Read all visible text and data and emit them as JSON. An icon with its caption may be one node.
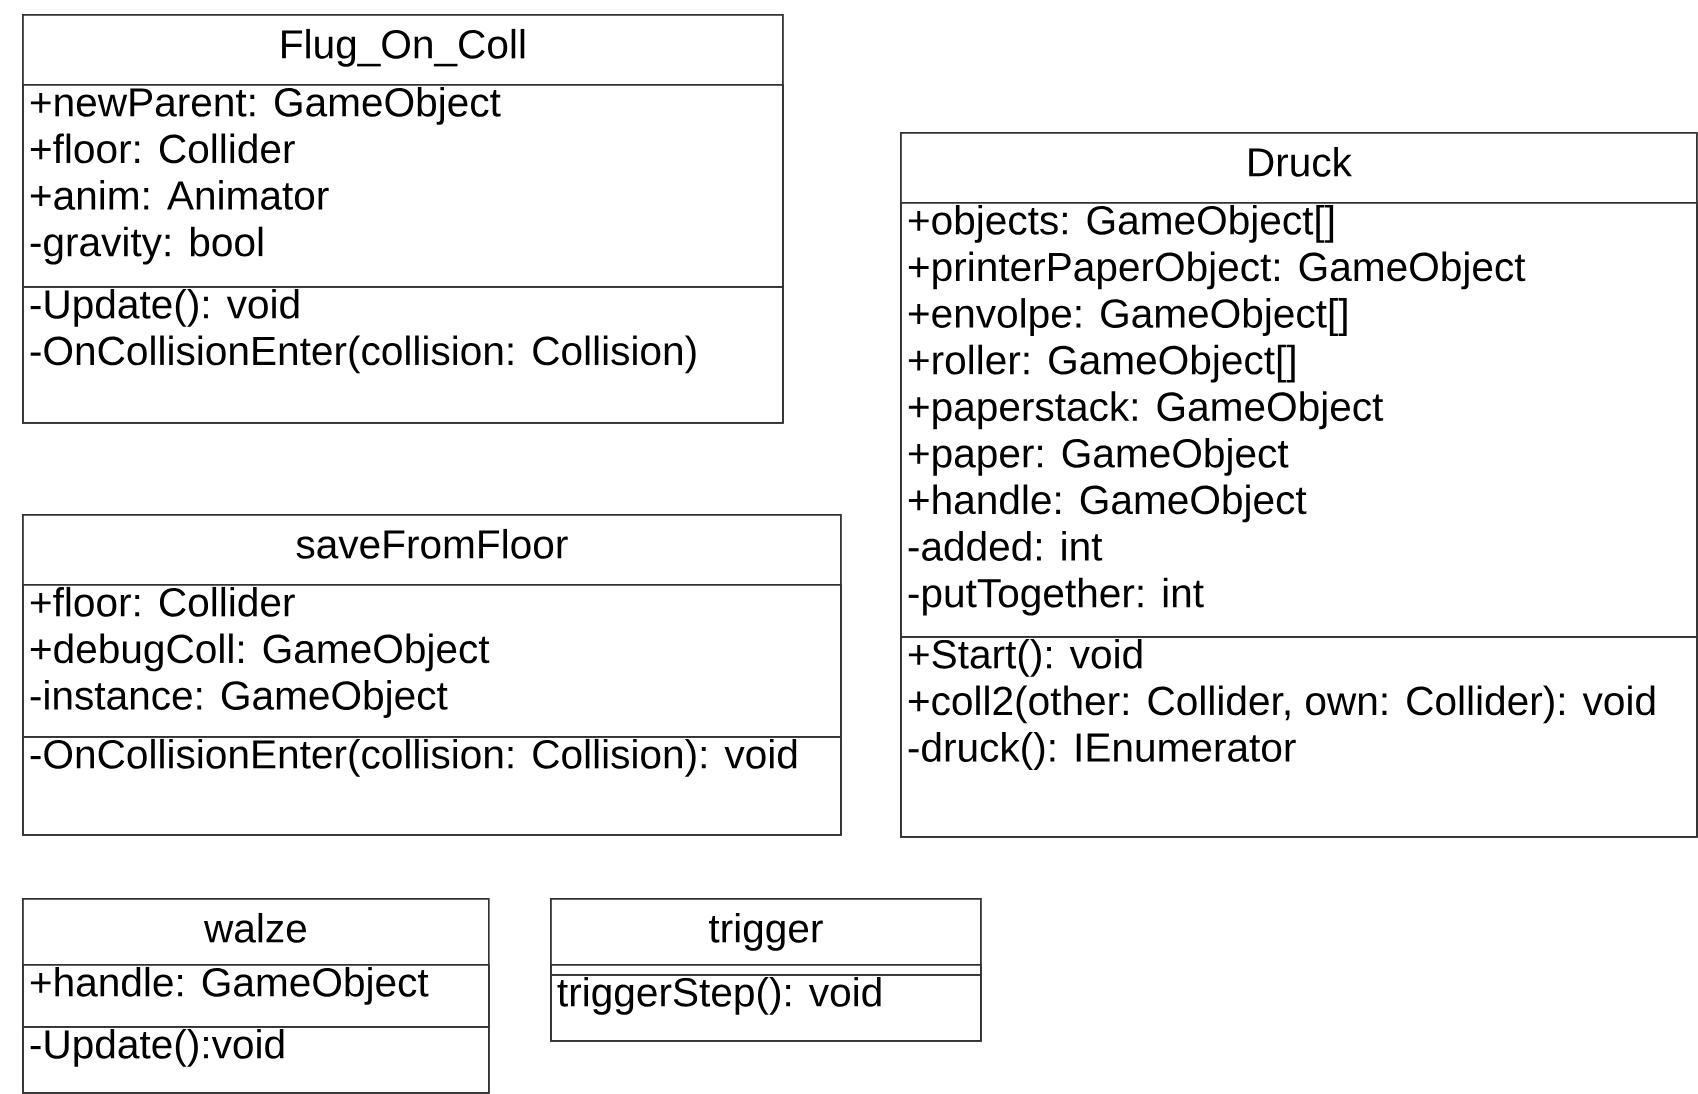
{
  "diagram": {
    "nodes": [
      {
        "text": [
          "Flug_On_Coll"
        ]
      },
      {
        "text": [
          "+newParent: GameObject",
          "+floor: Collider",
          "+anim: Animator",
          "-gravity: bool"
        ],
        "in": 0
      },
      {
        "text": [
          "-Update(): void",
          "-OnCollisionEnter(collision: Collision)"
        ],
        "in": 0
      },
      {
        "text": [
          "Druck"
        ]
      },
      {
        "text": [
          "+objects: GameObject[]",
          "+printerPaperObject: GameObject",
          "+envolpe: GameObject[]",
          "+roller: GameObject[]",
          "+paperstack: GameObject",
          "+paper: GameObject",
          "+handle: GameObject",
          "-added: int",
          "-putTogether: int"
        ],
        "in": 3
      },
      {
        "text": [
          "+Start(): void",
          "+coll2(other: Collider, own: Collider): void",
          "-druck(): IEnumerator"
        ],
        "in": 3
      },
      {
        "text": [
          "saveFromFloor"
        ]
      },
      {
        "text": [
          "+floor: Collider",
          "+debugColl: GameObject",
          "-instance: GameObject"
        ],
        "in": 6
      },
      {
        "text": [
          "-OnCollisionEnter(collision: Collision): void"
        ],
        "in": 6
      },
      {
        "text": [
          "walze"
        ]
      },
      {
        "text": [
          "+handle: GameObject"
        ],
        "in": 9
      },
      {
        "text": [
          "-Update():void"
        ],
        "in": 9
      },
      {
        "text": [
          "trigger"
        ]
      },
      {
        "text": [],
        "shape": "box",
        "in": 12
      },
      {
        "text": [
          "triggerStep(): void"
        ],
        "in": 12
      }
    ],
    "edges": []
  }
}
